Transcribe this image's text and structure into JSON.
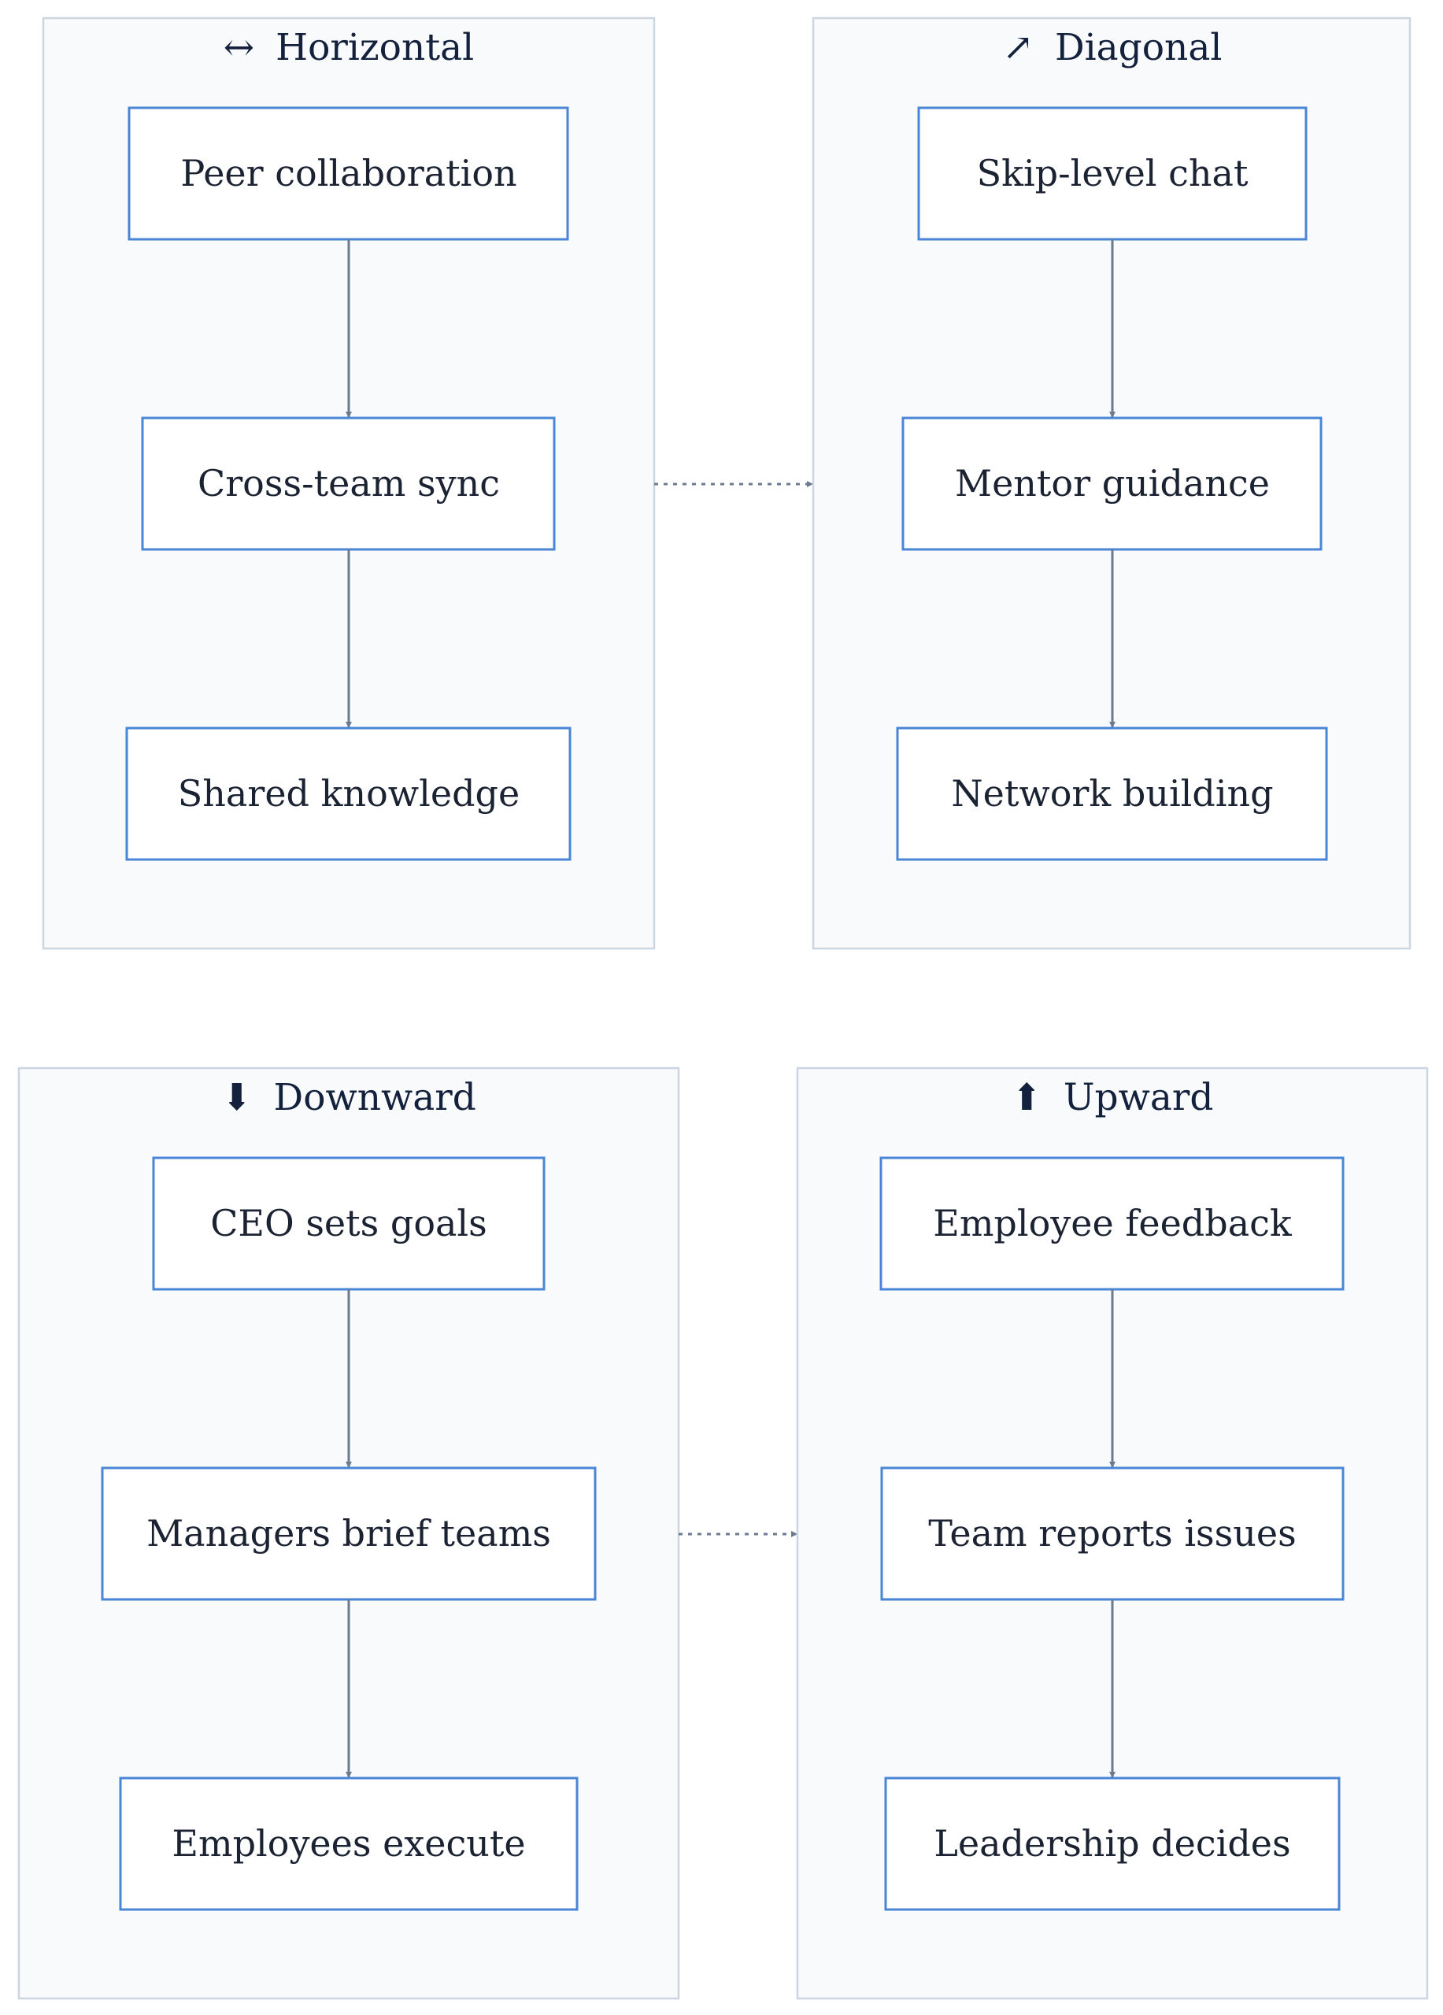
{
  "groups": [
    {
      "icon": "↔",
      "title": "Horizontal",
      "nodes": [
        "Peer collaboration",
        "Cross-team sync",
        "Shared knowledge"
      ]
    },
    {
      "icon": "↗",
      "title": "Diagonal",
      "nodes": [
        "Skip-level chat",
        "Mentor guidance",
        "Network building"
      ]
    },
    {
      "icon": "⬇",
      "title": "Downward",
      "nodes": [
        "CEO sets goals",
        "Managers brief teams",
        "Employees execute"
      ]
    },
    {
      "icon": "⬆",
      "title": "Upward",
      "nodes": [
        "Employee feedback",
        "Team reports issues",
        "Leadership decides"
      ]
    }
  ],
  "colors": {
    "group_fill": "#f8fafc",
    "group_border": "#ccd6e0",
    "node_border": "#4a86d6",
    "edge": "#6b7a8f",
    "text": "#1b2333"
  }
}
